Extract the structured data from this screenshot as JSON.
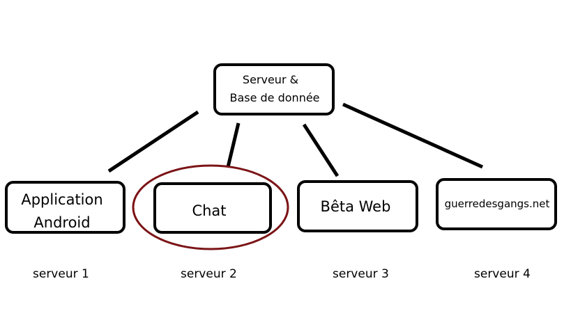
{
  "diagram": {
    "root": {
      "line1": "Serveur &",
      "line2": "Base de donnée"
    },
    "nodes": [
      {
        "id": "android",
        "label_line1": "Application",
        "label_line2": "Android",
        "server": "serveur 1"
      },
      {
        "id": "chat",
        "label": "Chat",
        "server": "serveur 2",
        "highlighted": true
      },
      {
        "id": "beta-web",
        "label": "Bêta Web",
        "server": "serveur 3"
      },
      {
        "id": "guerredesgangs",
        "label": "guerredesgangs.net",
        "server": "serveur 4"
      }
    ],
    "highlight_color": "#7b1416",
    "stroke_color": "#000000"
  }
}
